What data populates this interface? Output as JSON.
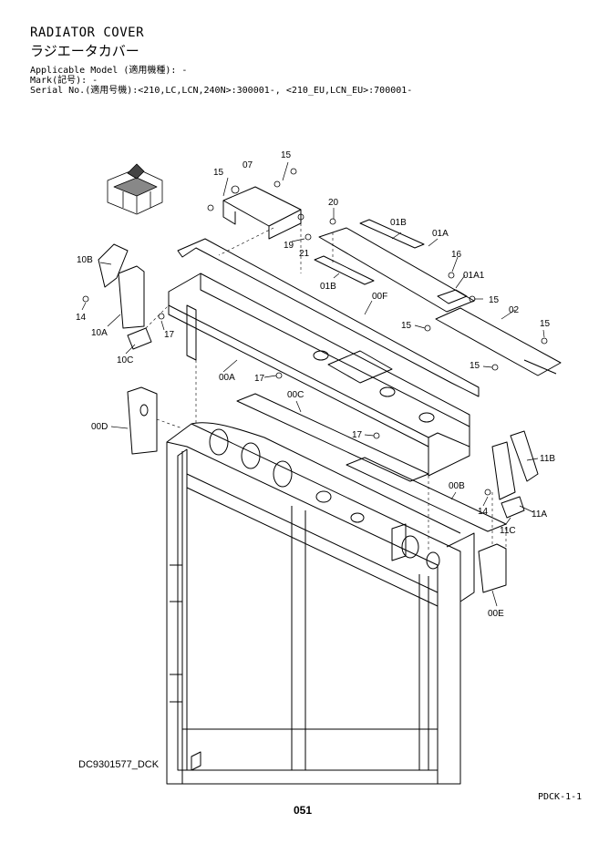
{
  "header": {
    "title": "RADIATOR COVER",
    "title_jp": "ラジエータカバー",
    "applicable_model": "Applicable Model (適用機種): -",
    "mark": "Mark(記号): -",
    "serial_no": "Serial No.(適用号機):<210,LC,LCN,240N>:300001-, <210_EU,LCN_EU>:700001-"
  },
  "diagram": {
    "labels": {
      "l07": "07",
      "l15a": "15",
      "l15b": "15",
      "l20": "20",
      "l01B_top": "01B",
      "l01A": "01A",
      "l19": "19",
      "l21": "21",
      "l16": "16",
      "l01A1": "01A1",
      "l15c": "15",
      "l02": "02",
      "l10B": "10B",
      "l01B_mid": "01B",
      "l00F": "00F",
      "l14a": "14",
      "l15d": "15",
      "l15e": "15",
      "l10A": "10A",
      "l17a": "17",
      "l10C": "10C",
      "l15f": "15",
      "l00A": "00A",
      "l17b": "17",
      "l00C": "00C",
      "l00D": "00D",
      "l17c": "17",
      "l11B": "11B",
      "l00B": "00B",
      "l14b": "14",
      "l11A": "11A",
      "l11C": "11C",
      "l00E": "00E"
    }
  },
  "footer": {
    "drawing_code": "DC9301577_DCK",
    "page_code": "PDCK-1-1",
    "page_number": "051"
  }
}
